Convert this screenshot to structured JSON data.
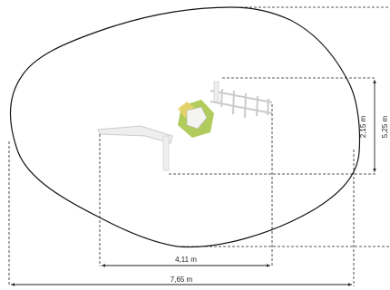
{
  "dimensions": {
    "inner_width": "4,11 m",
    "outer_width": "7,65 m",
    "inner_height": "2,15 m",
    "outer_height": "5,25 m"
  },
  "colors": {
    "outline": "#111111",
    "dimension_line": "#222222",
    "equipment_green": "#a8c64a",
    "equipment_yellow": "#e8d36a",
    "equipment_gray": "#c9ccc9"
  }
}
